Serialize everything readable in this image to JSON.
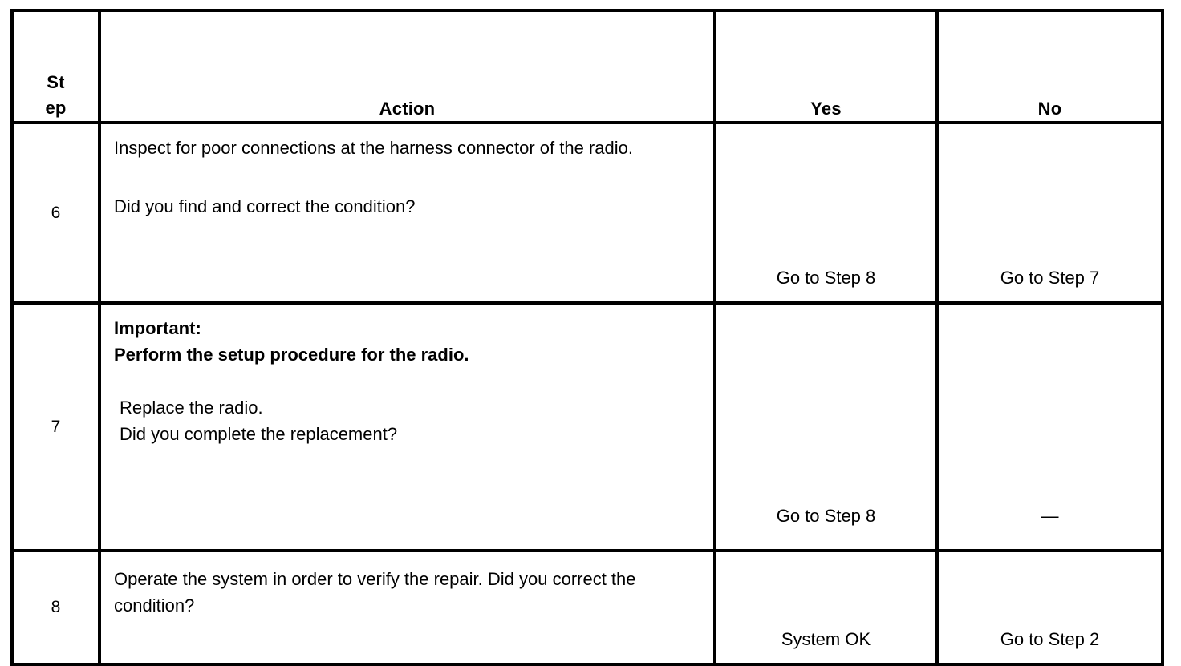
{
  "document": {
    "type": "diagnostic-procedure-table",
    "columns": [
      {
        "key": "step",
        "label": "St\nep"
      },
      {
        "key": "action",
        "label": "Action"
      },
      {
        "key": "yes",
        "label": "Yes"
      },
      {
        "key": "no",
        "label": "No"
      }
    ]
  },
  "rows": [
    {
      "step": "6",
      "action": {
        "para1": "Inspect for poor connections at the harness connector of the radio.",
        "para2": "Did you find and correct the condition?"
      },
      "yes": "Go to Step 8",
      "no": "Go to Step 7"
    },
    {
      "step": "7",
      "action": {
        "important_label": "Important:",
        "important_text": "Perform the setup procedure for the radio.",
        "line1": "Replace the radio.",
        "line2": "Did you complete the replacement?"
      },
      "yes": "Go to Step 8",
      "no": "—"
    },
    {
      "step": "8",
      "action": {
        "para1": "Operate the system in order to verify the repair. Did you correct the condition?"
      },
      "yes": "System OK",
      "no": "Go to Step 2"
    }
  ],
  "colors": {
    "border": "#000000",
    "background": "#ffffff",
    "text": "#000000"
  }
}
